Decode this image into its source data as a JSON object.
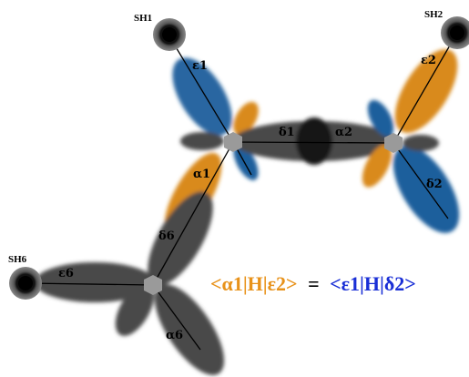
{
  "sites": {
    "sh1": "SH1",
    "sh2": "SH2",
    "sh6": "SH6"
  },
  "orbital_labels": {
    "eps1": "ε1",
    "eps2": "ε2",
    "eps6": "ε6",
    "delta1": "δ1",
    "alpha2": "α2",
    "alpha1": "α1",
    "delta2": "δ2",
    "delta6": "δ6",
    "alpha6": "α6"
  },
  "equation": {
    "left": "<α1|H|ε2>",
    "equals": "=",
    "right": "<ε1|H|δ2>"
  },
  "colors": {
    "orange": "#d98a1c",
    "blue": "#1f5e9c",
    "gray_lobe": "#4a4a4a",
    "equation_left": "#e8921a",
    "equation_right": "#1a2fd6"
  }
}
